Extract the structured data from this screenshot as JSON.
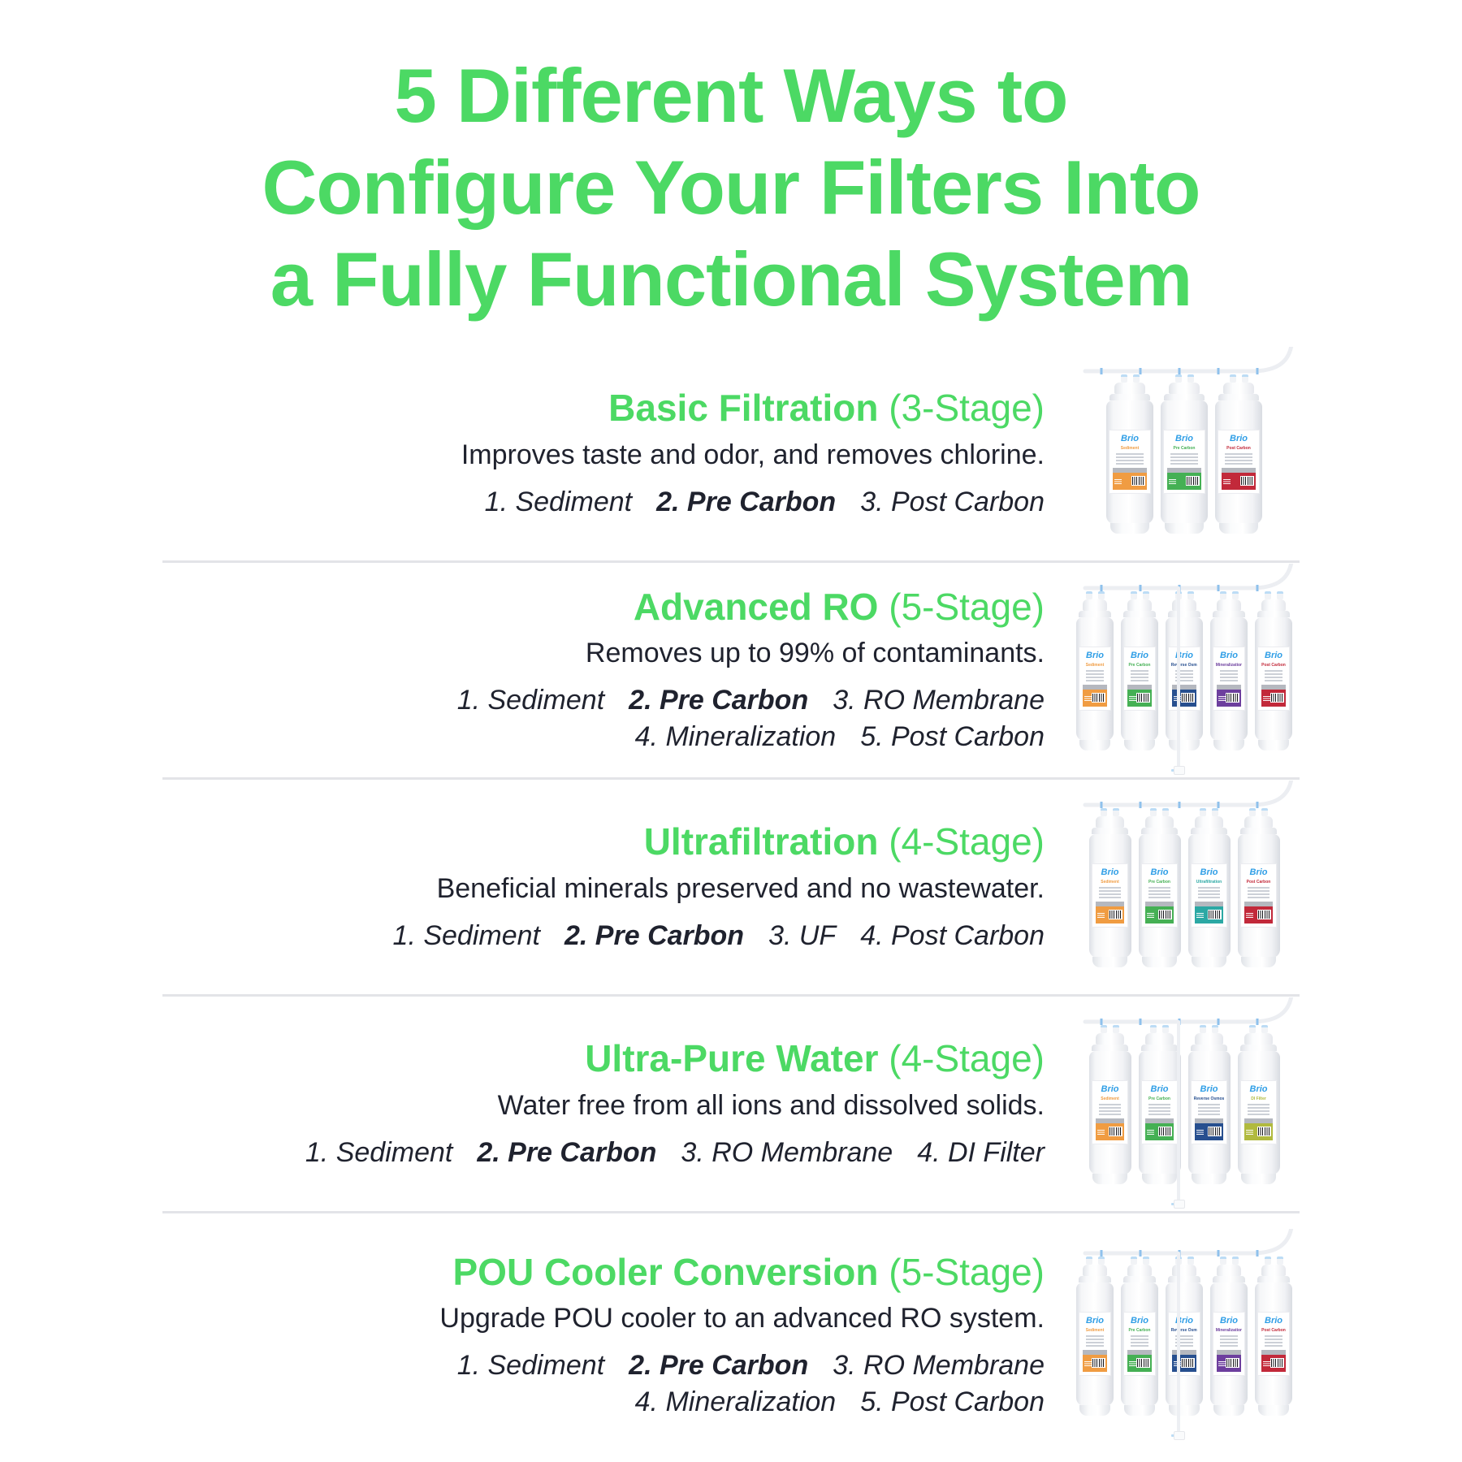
{
  "brand": "Brio",
  "colors": {
    "accent_green": "#4cd964",
    "text_dark": "#1f222e",
    "divider": "#e3e4e8",
    "brand_blue": "#2f9ee6",
    "sediment_orange": "#f09c42",
    "pre_carbon_green": "#45b054",
    "post_carbon_red": "#c2293a",
    "ro_navy": "#274f8f",
    "mineralization_purple": "#6d3f9e",
    "ultrafiltration_teal": "#2ba8a4",
    "di_olive": "#b1ba3e"
  },
  "title": {
    "lines": [
      "5 Different Ways to",
      "Configure Your Filters Into",
      "a Fully Functional System"
    ]
  },
  "sections": [
    {
      "heading": "Basic Filtration",
      "stage_label": "(3-Stage)",
      "description": "Improves taste and odor, and removes chlorine.",
      "stage_lines": [
        [
          {
            "label": "1. Sediment"
          },
          {
            "label": "2. Pre Carbon",
            "bold": true
          },
          {
            "label": "3. Post Carbon"
          }
        ]
      ],
      "filters": [
        {
          "name": "Sediment",
          "color": "#f09c42"
        },
        {
          "name": "Pre Carbon",
          "color": "#45b054"
        },
        {
          "name": "Post Carbon",
          "color": "#c2293a"
        }
      ],
      "has_drain": false
    },
    {
      "heading": "Advanced RO",
      "stage_label": "(5-Stage)",
      "description": "Removes up to 99% of contaminants.",
      "stage_lines": [
        [
          {
            "label": "1. Sediment"
          },
          {
            "label": "2. Pre Carbon",
            "bold": true
          },
          {
            "label": "3. RO Membrane"
          }
        ],
        [
          {
            "label": "4. Mineralization"
          },
          {
            "label": "5. Post Carbon"
          }
        ]
      ],
      "filters": [
        {
          "name": "Sediment",
          "color": "#f09c42"
        },
        {
          "name": "Pre Carbon",
          "color": "#45b054"
        },
        {
          "name": "Reverse Osmosis",
          "color": "#274f8f"
        },
        {
          "name": "Mineralization",
          "color": "#6d3f9e"
        },
        {
          "name": "Post Carbon",
          "color": "#c2293a"
        }
      ],
      "has_drain": true
    },
    {
      "heading": "Ultrafiltration",
      "stage_label": "(4-Stage)",
      "description": "Beneficial minerals preserved and no wastewater.",
      "stage_lines": [
        [
          {
            "label": "1. Sediment"
          },
          {
            "label": "2. Pre Carbon",
            "bold": true
          },
          {
            "label": "3. UF"
          },
          {
            "label": "4. Post Carbon"
          }
        ]
      ],
      "filters": [
        {
          "name": "Sediment",
          "color": "#f09c42"
        },
        {
          "name": "Pre Carbon",
          "color": "#45b054"
        },
        {
          "name": "Ultrafiltration",
          "color": "#2ba8a4"
        },
        {
          "name": "Post Carbon",
          "color": "#c2293a"
        }
      ],
      "has_drain": false
    },
    {
      "heading": "Ultra-Pure Water",
      "stage_label": "(4-Stage)",
      "description": "Water free from all ions and dissolved solids.",
      "stage_lines": [
        [
          {
            "label": "1. Sediment"
          },
          {
            "label": "2. Pre Carbon",
            "bold": true
          },
          {
            "label": "3. RO Membrane"
          },
          {
            "label": "4. DI Filter"
          }
        ]
      ],
      "filters": [
        {
          "name": "Sediment",
          "color": "#f09c42"
        },
        {
          "name": "Pre Carbon",
          "color": "#45b054"
        },
        {
          "name": "Reverse Osmosis",
          "color": "#274f8f"
        },
        {
          "name": "DI Filter",
          "color": "#b1ba3e"
        }
      ],
      "has_drain": true
    },
    {
      "heading": "POU Cooler Conversion",
      "stage_label": "(5-Stage)",
      "description": "Upgrade POU cooler to an advanced RO system.",
      "stage_lines": [
        [
          {
            "label": "1. Sediment"
          },
          {
            "label": "2. Pre Carbon",
            "bold": true
          },
          {
            "label": "3. RO Membrane"
          }
        ],
        [
          {
            "label": "4. Mineralization"
          },
          {
            "label": "5. Post Carbon"
          }
        ]
      ],
      "filters": [
        {
          "name": "Sediment",
          "color": "#f09c42"
        },
        {
          "name": "Pre Carbon",
          "color": "#45b054"
        },
        {
          "name": "Reverse Osmosis",
          "color": "#274f8f"
        },
        {
          "name": "Mineralization",
          "color": "#6d3f9e"
        },
        {
          "name": "Post Carbon",
          "color": "#c2293a"
        }
      ],
      "has_drain": true
    }
  ]
}
